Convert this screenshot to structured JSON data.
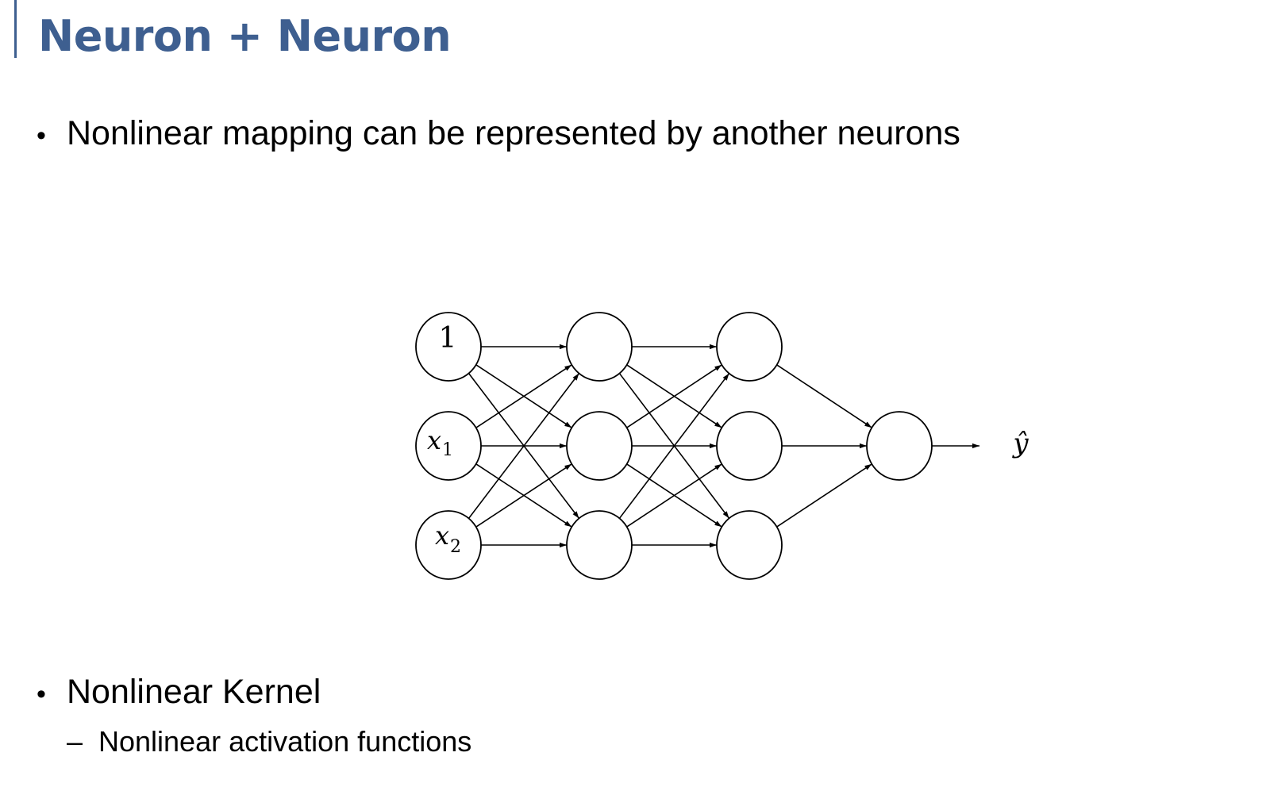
{
  "slide": {
    "title": "Neuron + Neuron",
    "bullets": [
      {
        "text": "Nonlinear mapping can be represented by another neurons",
        "subs": []
      },
      {
        "text": "Nonlinear Kernel",
        "subs": [
          "Nonlinear activation functions"
        ]
      }
    ],
    "bullet_glyph": "•",
    "sub_glyph": "–"
  },
  "diagram": {
    "layers": [
      {
        "nodes": [
          "1",
          "x1",
          "x2"
        ]
      },
      {
        "nodes": [
          "",
          "",
          ""
        ]
      },
      {
        "nodes": [
          "",
          "",
          ""
        ]
      },
      {
        "nodes": [
          ""
        ]
      }
    ],
    "connections": "fully-connected",
    "output_label": "ŷ",
    "colors": {
      "stroke": "#000000",
      "fill": "#ffffff"
    }
  }
}
